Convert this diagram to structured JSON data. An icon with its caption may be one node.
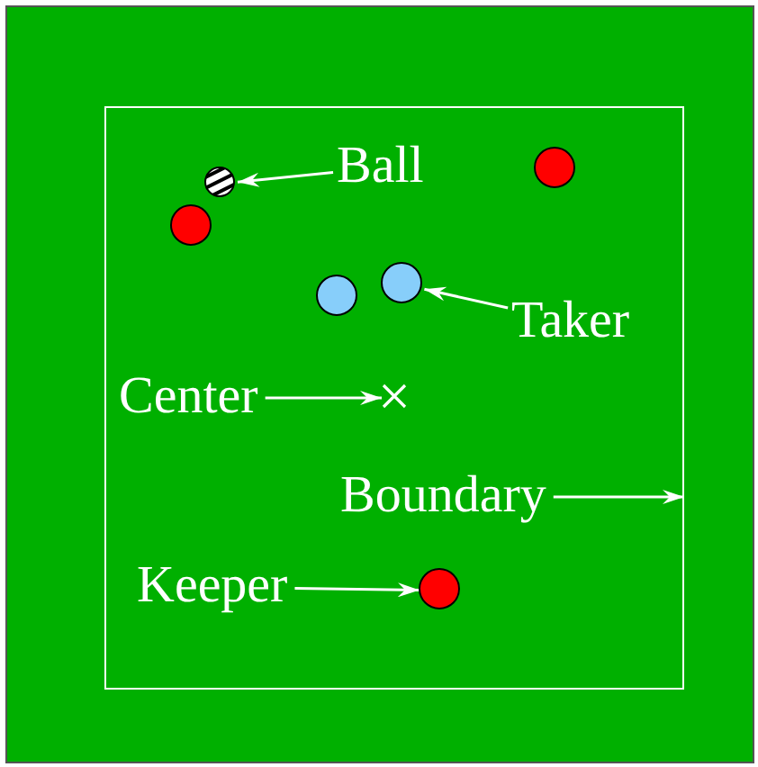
{
  "diagram": {
    "nodes": [
      {
        "text": [],
        "shape": "box"
      },
      {
        "text": [
          "Ball"
        ],
        "in": 0
      },
      {
        "text": [],
        "shape": "circle",
        "in": 0
      },
      {
        "text": [],
        "shape": "circle",
        "in": 0
      },
      {
        "text": [],
        "shape": "circle",
        "in": 0
      },
      {
        "text": [],
        "shape": "circle",
        "in": 0
      },
      {
        "text": [],
        "shape": "circle",
        "in": 0
      },
      {
        "text": [
          "Taker"
        ],
        "in": 0
      },
      {
        "text": [
          "Center"
        ],
        "in": 0
      },
      {
        "text": [],
        "shape": "cross",
        "in": 0
      },
      {
        "text": [
          "Boundary"
        ],
        "in": 0
      },
      {
        "text": [
          "Keeper"
        ],
        "in": 0
      },
      {
        "text": [],
        "shape": "circle",
        "in": 0
      }
    ],
    "edges": [
      {
        "from": 1,
        "to": 2,
        "arrow": "to"
      },
      {
        "from": 7,
        "to": 6,
        "arrow": "to"
      },
      {
        "from": 8,
        "to": 9,
        "arrow": "to"
      },
      {
        "from": 10,
        "to": 0,
        "arrow": "to"
      },
      {
        "from": 11,
        "to": 12,
        "arrow": "to"
      }
    ]
  }
}
